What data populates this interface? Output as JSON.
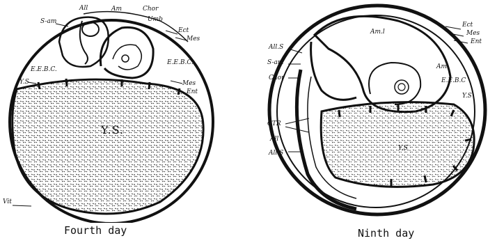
{
  "figure": {
    "left": {
      "caption": "Fourth day",
      "labels": {
        "s_am": "S-am",
        "all": "All",
        "am": "Am",
        "cho": "Chor",
        "umb": "Umb",
        "ect": "Ect",
        "mes": "Mes",
        "eebc_left": "E.E.B.C.",
        "eebc_right": "E.E.B.C.",
        "ys": "Y.S.",
        "ys_small": "Y.S",
        "mes2": "Mes",
        "ent": "Ent",
        "vit": "Vit"
      }
    },
    "right": {
      "caption": "Ninth day",
      "labels": {
        "ect": "Ect",
        "mes": "Mes",
        "ent": "Ent",
        "all_s": "All.S",
        "s_am": "S-am",
        "am_l": "Am.l",
        "am": "Am",
        "chor": "Chor",
        "eebc": "E.E.B.C",
        "ys": "Y.S",
        "ctr": "CTR",
        "all": "All",
        "all_s2": "All.S",
        "ys_inner": "Y.S"
      }
    }
  }
}
